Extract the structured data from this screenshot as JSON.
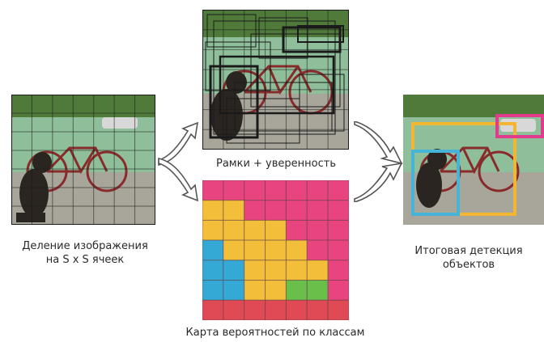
{
  "captions": {
    "grid_split": "Деление изображения\nна S x S ячеек",
    "boxes_confidence": "Рамки + уверенность",
    "class_prob_map": "Карта вероятностей по классам",
    "final_detection": "Итоговая детекция\nобъектов"
  },
  "colors": {
    "sky": "#8fbf9a",
    "trees": "#4f7a3a",
    "ground": "#a8a59a",
    "dog": "#2b2521",
    "bike_frame": "#8a2b2b",
    "car": "#d8d8d8",
    "grid_line": "#1a1a1a",
    "box_bike": "#f2b632",
    "box_dog": "#46b4d6",
    "box_car": "#e23a8c",
    "arrow_fill": "#ffffff",
    "arrow_stroke": "#555555"
  },
  "class_map": {
    "grid_size": 7,
    "palette": {
      "d": "#e8447f",
      "y": "#f3be3a",
      "b": "#35a9d6",
      "g": "#6abf4b",
      "r": "#e04a55"
    },
    "cells": [
      [
        "d",
        "d",
        "d",
        "d",
        "d",
        "d",
        "d"
      ],
      [
        "y",
        "y",
        "d",
        "d",
        "d",
        "d",
        "d"
      ],
      [
        "y",
        "y",
        "y",
        "y",
        "d",
        "d",
        "d"
      ],
      [
        "b",
        "y",
        "y",
        "y",
        "y",
        "d",
        "d"
      ],
      [
        "b",
        "b",
        "y",
        "y",
        "y",
        "y",
        "d"
      ],
      [
        "b",
        "b",
        "y",
        "y",
        "g",
        "g",
        "d"
      ],
      [
        "r",
        "r",
        "r",
        "r",
        "r",
        "r",
        "r"
      ]
    ]
  }
}
